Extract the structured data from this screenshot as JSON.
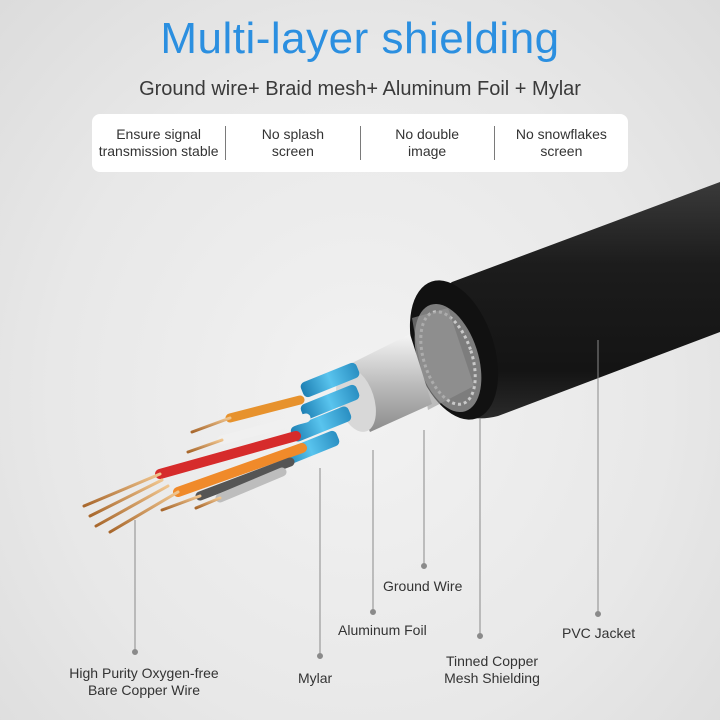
{
  "title": "Multi-layer shielding",
  "subtitle": "Ground wire+ Braid mesh+ Aluminum Foil + Mylar",
  "features": [
    {
      "line1": "Ensure signal",
      "line2": "transmission stable"
    },
    {
      "line1": "No splash",
      "line2": "screen"
    },
    {
      "line1": "No double",
      "line2": "image"
    },
    {
      "line1": "No snowflakes",
      "line2": "screen"
    }
  ],
  "labels": {
    "ground_wire": "Ground Wire",
    "aluminum_foil": "Aluminum Foil",
    "pvc_jacket": "PVC Jacket",
    "copper_wire_1": "High Purity Oxygen-free",
    "copper_wire_2": "Bare Copper Wire",
    "mylar": "Mylar",
    "tinned_1": "Tinned Copper",
    "tinned_2": "Mesh Shielding"
  },
  "colors": {
    "title": "#2b8fe0",
    "jacket": "#1f1f1f",
    "copper": "#d39a5a",
    "blue_band": "#3aa7d8"
  }
}
